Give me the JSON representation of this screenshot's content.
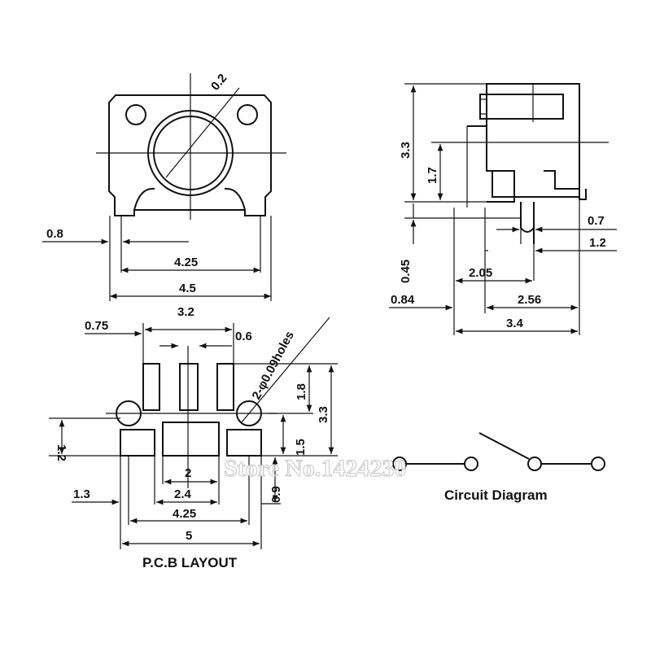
{
  "top_view": {
    "dims": {
      "chamfer": "0.2",
      "lead_width": "0.8",
      "lead_span": "4.25",
      "body_width": "4.5"
    }
  },
  "side_view": {
    "dims": {
      "height": "3.3",
      "mid_height": "1.7",
      "lead_thick": "0.45",
      "edge_offset": "0.84",
      "w_0_7": "0.7",
      "w_1_2": "1.2",
      "w_2_05": "2.05",
      "w_2_56": "2.56",
      "total_depth": "3.4"
    }
  },
  "pcb_layout": {
    "caption": "P.C.B LAYOUT",
    "dims": {
      "pad_w": "0.75",
      "span_3_2": "3.2",
      "slot_0_6": "0.6",
      "holes": "2-φ0.09holes",
      "h_1_8": "1.8",
      "h_3_3": "3.3",
      "h_1_2": "1.2",
      "h_1_5": "1.5",
      "inner_2": "2",
      "off_1_3": "1.3",
      "span_2_4": "2.4",
      "h_0_9": "0.9",
      "span_4_25": "4.25",
      "total_5": "5"
    }
  },
  "circuit": {
    "caption": "Circuit Diagram"
  },
  "watermark": "Store No.1424230"
}
